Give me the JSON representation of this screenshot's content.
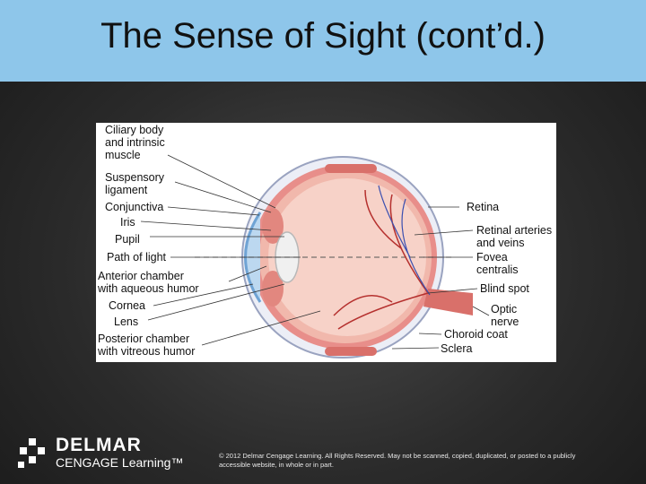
{
  "slide": {
    "title": "The Sense of Sight (cont’d.)"
  },
  "diagram": {
    "left_labels": [
      "Ciliary body",
      "and intrinsic",
      "muscle",
      "Suspensory",
      "ligament",
      "Conjunctiva",
      "Iris",
      "Pupil",
      "Path of light",
      "Anterior chamber",
      "with aqueous humor",
      "Cornea",
      "Lens",
      "Posterior chamber",
      "with vitreous humor"
    ],
    "right_labels": [
      "Retina",
      "Retinal arteries",
      "and veins",
      "Fovea",
      "centralis",
      "Blind spot",
      "Optic",
      "nerve",
      "Choroid coat",
      "Sclera"
    ]
  },
  "footer": {
    "logo_name": "DELMAR",
    "logo_sub": "CENGAGE Learning™",
    "copyright": "© 2012 Delmar Cengage Learning. All Rights Reserved. May not be scanned, copied, duplicated, or posted to a publicly accessible website, in whole or in part."
  },
  "colors": {
    "title_bar": "#8ec6ea",
    "background": "#2b2b2b"
  }
}
